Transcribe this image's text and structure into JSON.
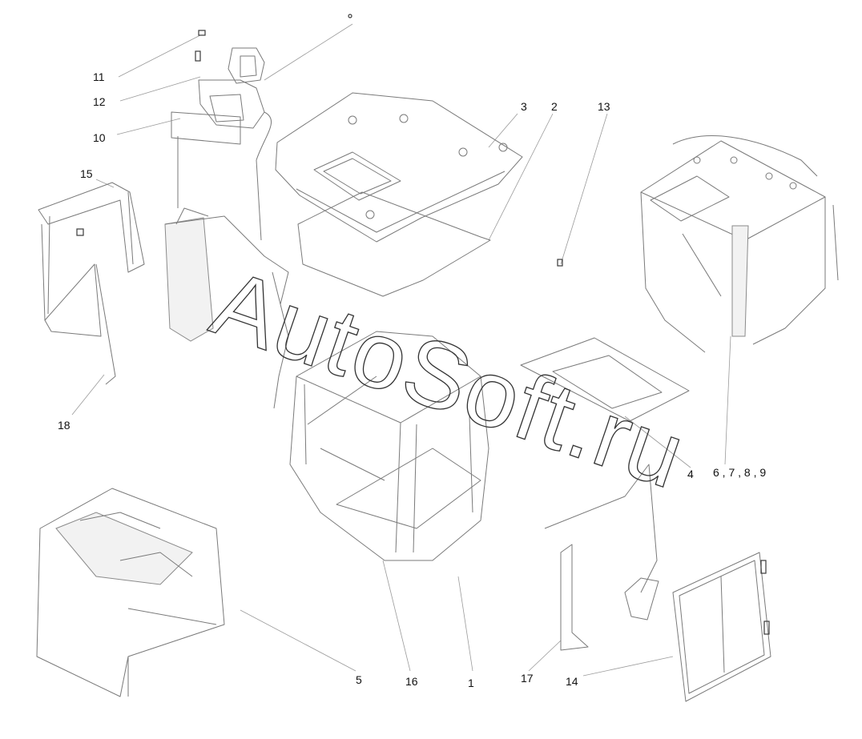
{
  "callouts": [
    {
      "id": "1",
      "label": "1"
    },
    {
      "id": "2",
      "label": "2"
    },
    {
      "id": "3",
      "label": "3"
    },
    {
      "id": "4",
      "label": "4"
    },
    {
      "id": "5",
      "label": "5"
    },
    {
      "id": "6789",
      "label": "6 , 7 , 8 , 9"
    },
    {
      "id": "10",
      "label": "10"
    },
    {
      "id": "11",
      "label": "11"
    },
    {
      "id": "12",
      "label": "12"
    },
    {
      "id": "13",
      "label": "13"
    },
    {
      "id": "14",
      "label": "14"
    },
    {
      "id": "15",
      "label": "15"
    },
    {
      "id": "16",
      "label": "16"
    },
    {
      "id": "17",
      "label": "17"
    },
    {
      "id": "18",
      "label": "18"
    }
  ],
  "watermark": "AutoSoft.ru"
}
